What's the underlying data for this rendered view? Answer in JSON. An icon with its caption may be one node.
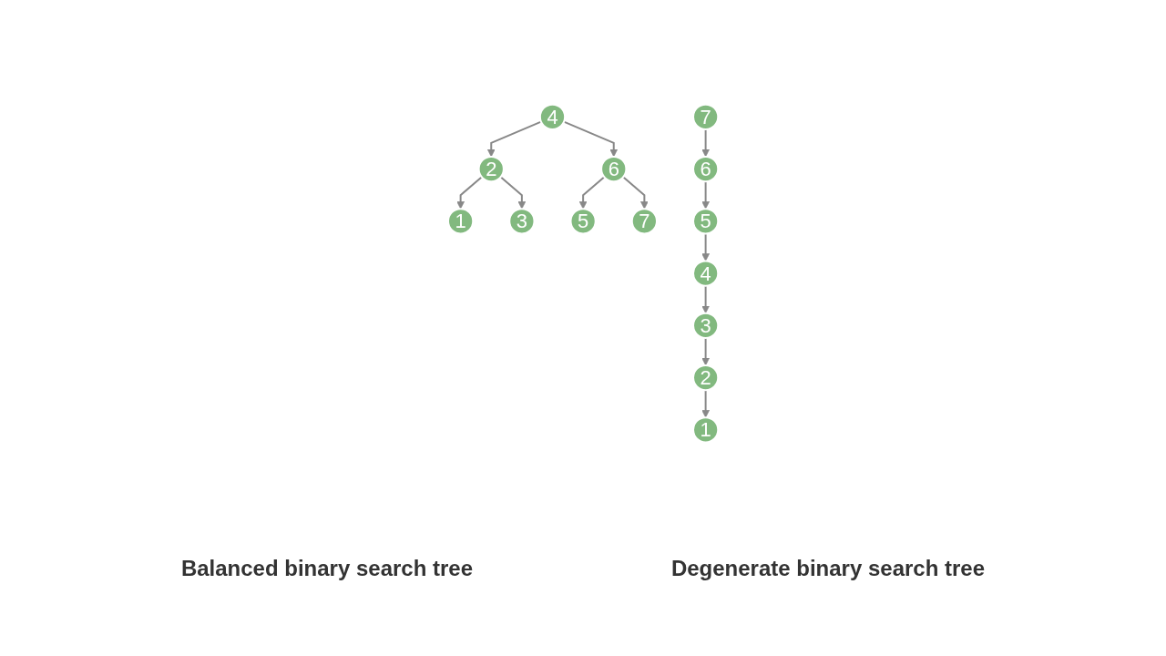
{
  "diagram": {
    "nodes": [
      {
        "text": [
          "4"
        ]
      },
      {
        "text": [
          "2"
        ]
      },
      {
        "text": [
          "6"
        ]
      },
      {
        "text": [
          "1"
        ]
      },
      {
        "text": [
          "3"
        ]
      },
      {
        "text": [
          "5"
        ]
      },
      {
        "text": [
          "7"
        ]
      },
      {
        "text": [
          "7"
        ]
      },
      {
        "text": [
          "6"
        ]
      },
      {
        "text": [
          "5"
        ]
      },
      {
        "text": [
          "4"
        ]
      },
      {
        "text": [
          "3"
        ]
      },
      {
        "text": [
          "2"
        ]
      },
      {
        "text": [
          "1"
        ]
      }
    ],
    "edges": [
      {
        "from": 0,
        "to": 1,
        "arrow": "to"
      },
      {
        "from": 0,
        "to": 2,
        "arrow": "to"
      },
      {
        "from": 1,
        "to": 3,
        "arrow": "to"
      },
      {
        "from": 1,
        "to": 4,
        "arrow": "to"
      },
      {
        "from": 2,
        "to": 5,
        "arrow": "to"
      },
      {
        "from": 2,
        "to": 6,
        "arrow": "to"
      },
      {
        "from": 7,
        "to": 8,
        "arrow": "to"
      },
      {
        "from": 8,
        "to": 9,
        "arrow": "to"
      },
      {
        "from": 9,
        "to": 10,
        "arrow": "to"
      },
      {
        "from": 10,
        "to": 11,
        "arrow": "to"
      },
      {
        "from": 11,
        "to": 12,
        "arrow": "to"
      },
      {
        "from": 12,
        "to": 13,
        "arrow": "to"
      }
    ],
    "labels": [
      "Balanced binary search tree",
      "Degenerate binary search tree"
    ]
  }
}
